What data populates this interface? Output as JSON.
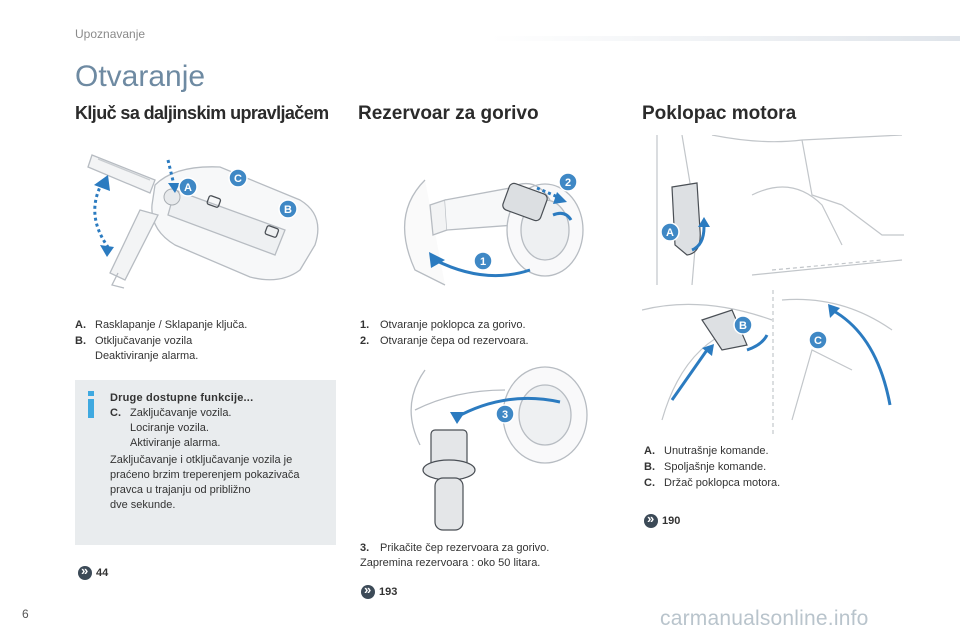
{
  "header": {
    "section": "Upoznavanje",
    "title": "Otvaranje"
  },
  "page_number": "6",
  "watermark": "carmanualsonline.info",
  "colors": {
    "title": "#6e8aa2",
    "accent_blue": "#3f88c5",
    "info_bg": "#e9ecee"
  },
  "column1": {
    "title": "Ključ sa daljinskim upravljačem",
    "items": [
      {
        "label": "A.",
        "text": "Rasklapanje / Sklapanje ključa."
      },
      {
        "label": "B.",
        "text": "Otključavanje vozila",
        "text2": "Deaktiviranje alarma."
      }
    ],
    "info": {
      "heading": "Druge dostupne funkcije...",
      "item_label": "C.",
      "item_lines": [
        "Zaključavanje vozila.",
        "Lociranje vozila.",
        "Aktiviranje alarma."
      ],
      "para": [
        "Zaključavanje i otključavanje vozila je",
        "praćeno brzim treperenjem pokazivača",
        "pravca u trajanju od približno",
        "dve sekunde."
      ]
    },
    "ref": "44"
  },
  "column2": {
    "title": "Rezervoar za gorivo",
    "items": [
      {
        "label": "1.",
        "text": "Otvaranje poklopca za gorivo."
      },
      {
        "label": "2.",
        "text": "Otvaranje čepa od rezervoara."
      }
    ],
    "item3": {
      "label": "3.",
      "text": "Prikačite čep rezervoara za gorivo."
    },
    "capacity": "Zapremina rezervoara : oko 50 litara.",
    "ref": "193"
  },
  "column3": {
    "title": "Poklopac motora",
    "items": [
      {
        "label": "A.",
        "text": "Unutrašnje komande."
      },
      {
        "label": "B.",
        "text": "Spoljašnje komande."
      },
      {
        "label": "C.",
        "text": "Držač poklopca motora."
      }
    ],
    "ref": "190"
  },
  "callouts": {
    "a": "A",
    "b": "B",
    "c": "C",
    "n1": "1",
    "n2": "2",
    "n3": "3"
  }
}
